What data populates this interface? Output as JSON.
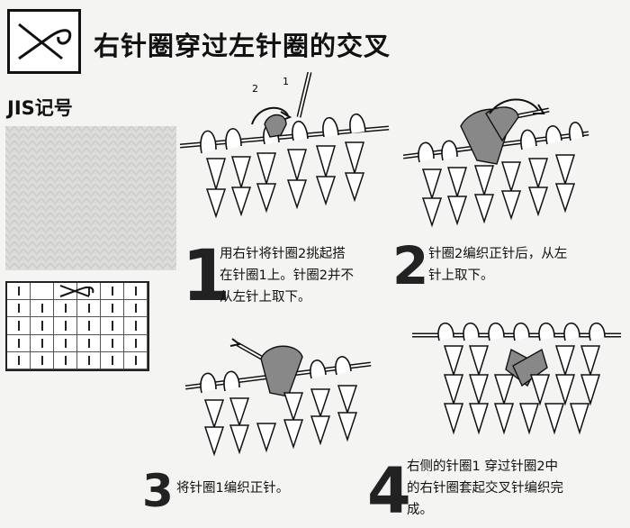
{
  "header": {
    "title": "右针圈穿过左针圈的交叉",
    "symbol_icon": "right-cross-symbol-icon"
  },
  "jis": {
    "label": "JIS记号"
  },
  "steps": [
    {
      "number": "1",
      "lines": [
        "用右针将针圈2挑起搭",
        "在针圈1上。针圈2并不",
        "从左针上取下。"
      ]
    },
    {
      "number": "2",
      "lines": [
        "针圈2编织正针后，从左",
        "针上取下。"
      ]
    },
    {
      "number": "3",
      "lines": [
        "将针圈1编织正针。"
      ]
    },
    {
      "number": "4",
      "lines": [
        "右侧的针圈1  穿过针圈2中",
        "的右针圈套起交叉针编织完",
        "成。"
      ]
    }
  ],
  "diagram_labels": {
    "a": "1",
    "b": "2"
  },
  "colors": {
    "yarn_shade": "#8a8a8a",
    "yarn_light": "#ffffff",
    "ink": "#111111"
  }
}
